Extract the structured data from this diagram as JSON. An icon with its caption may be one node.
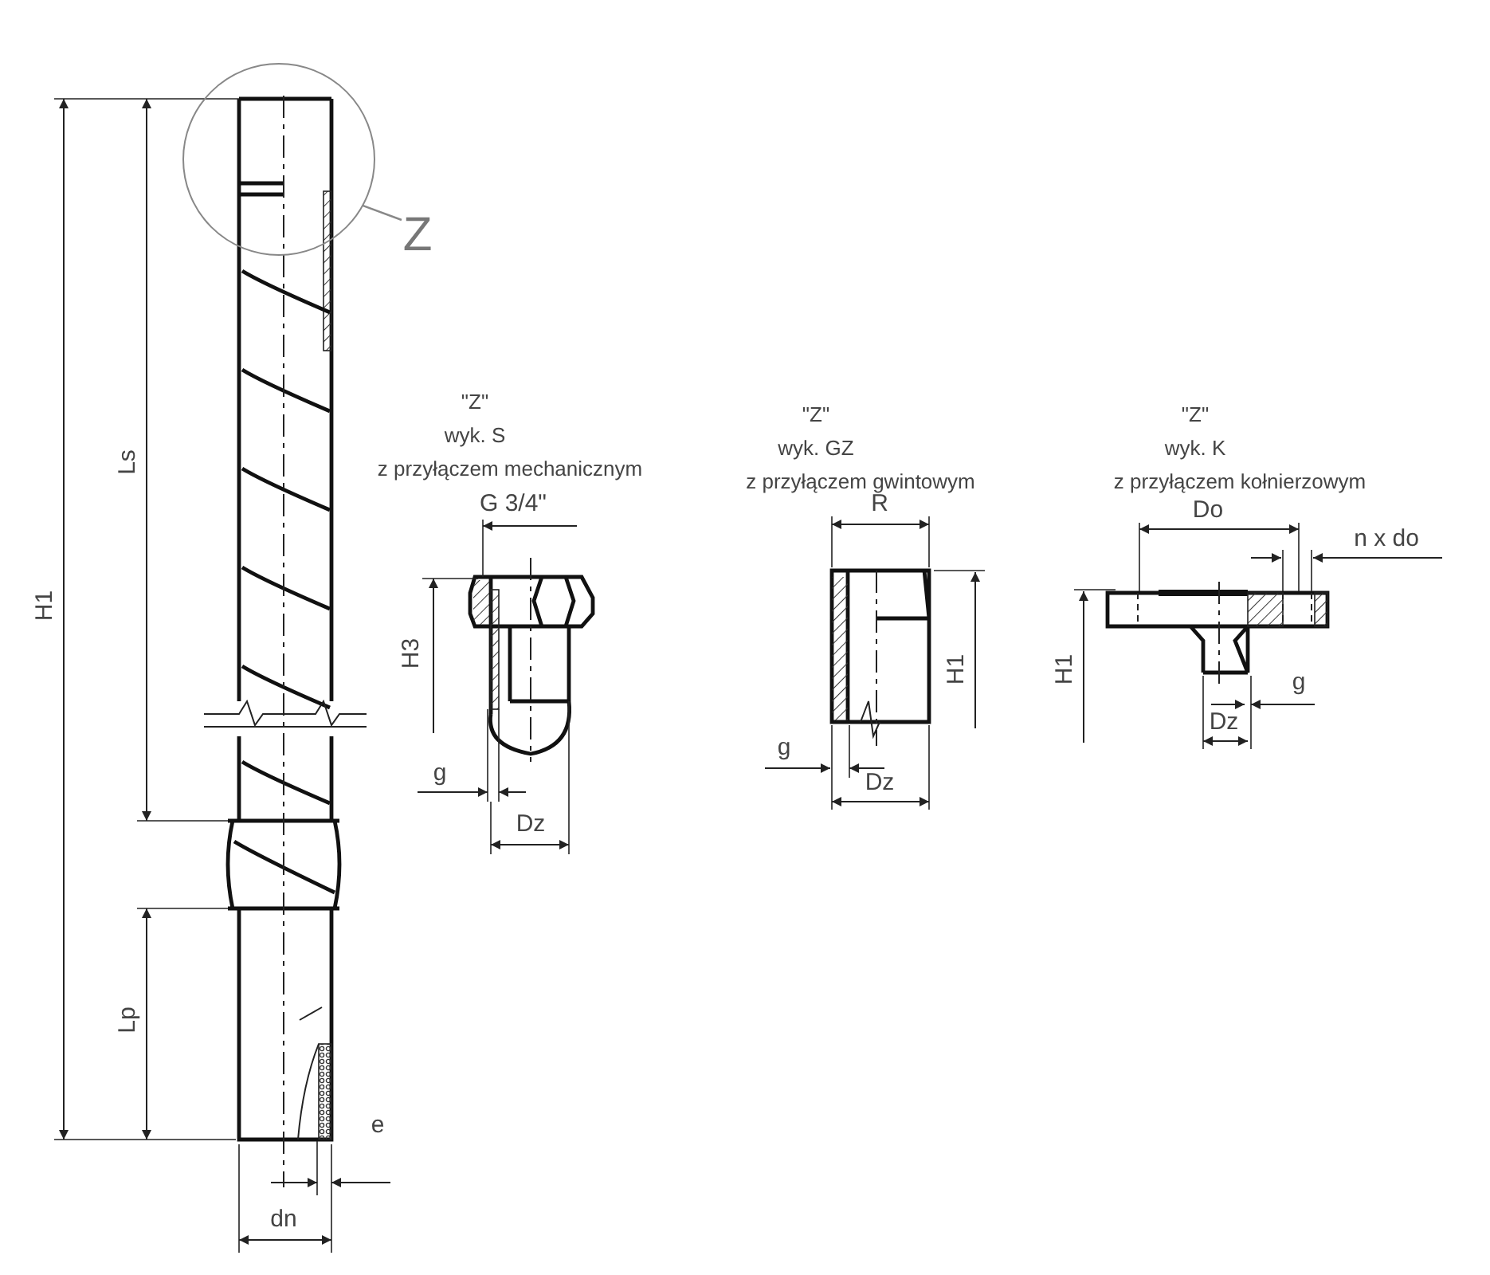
{
  "diagram": {
    "nodes": [
      {
        "text": [
          "Z"
        ]
      },
      {
        "text": [],
        "shape": "circle"
      }
    ],
    "edges": [
      {
        "from": 0,
        "to": 1,
        "arrow": "none"
      }
    ],
    "labels": [
      "H1",
      "Ls",
      "\"Z\"",
      "wyk. S",
      "z przyłączem mechanicznym",
      "\"Z\"",
      "wyk. GZ",
      "z przyłączem gwintowym",
      "\"Z\"",
      "wyk. K",
      "z przyłączem kołnierzowym",
      "G 3/4\"",
      "R",
      "Do",
      "n x do",
      "H3",
      "H1",
      "H1",
      "g",
      "g",
      "g",
      "Dz",
      "Dz",
      "Dz",
      "Lp",
      "e",
      "dn"
    ]
  }
}
